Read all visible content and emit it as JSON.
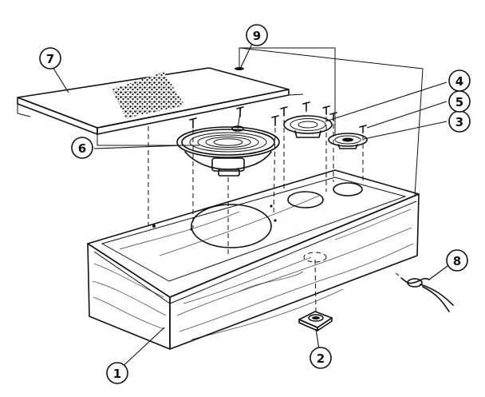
{
  "callouts": {
    "box": "1",
    "port": "2",
    "tweeter_right": "3",
    "tweeter_mid": "4",
    "screw_small": "5",
    "woofer": "6",
    "grille": "7",
    "cord": "8",
    "grille_clip": "9"
  }
}
